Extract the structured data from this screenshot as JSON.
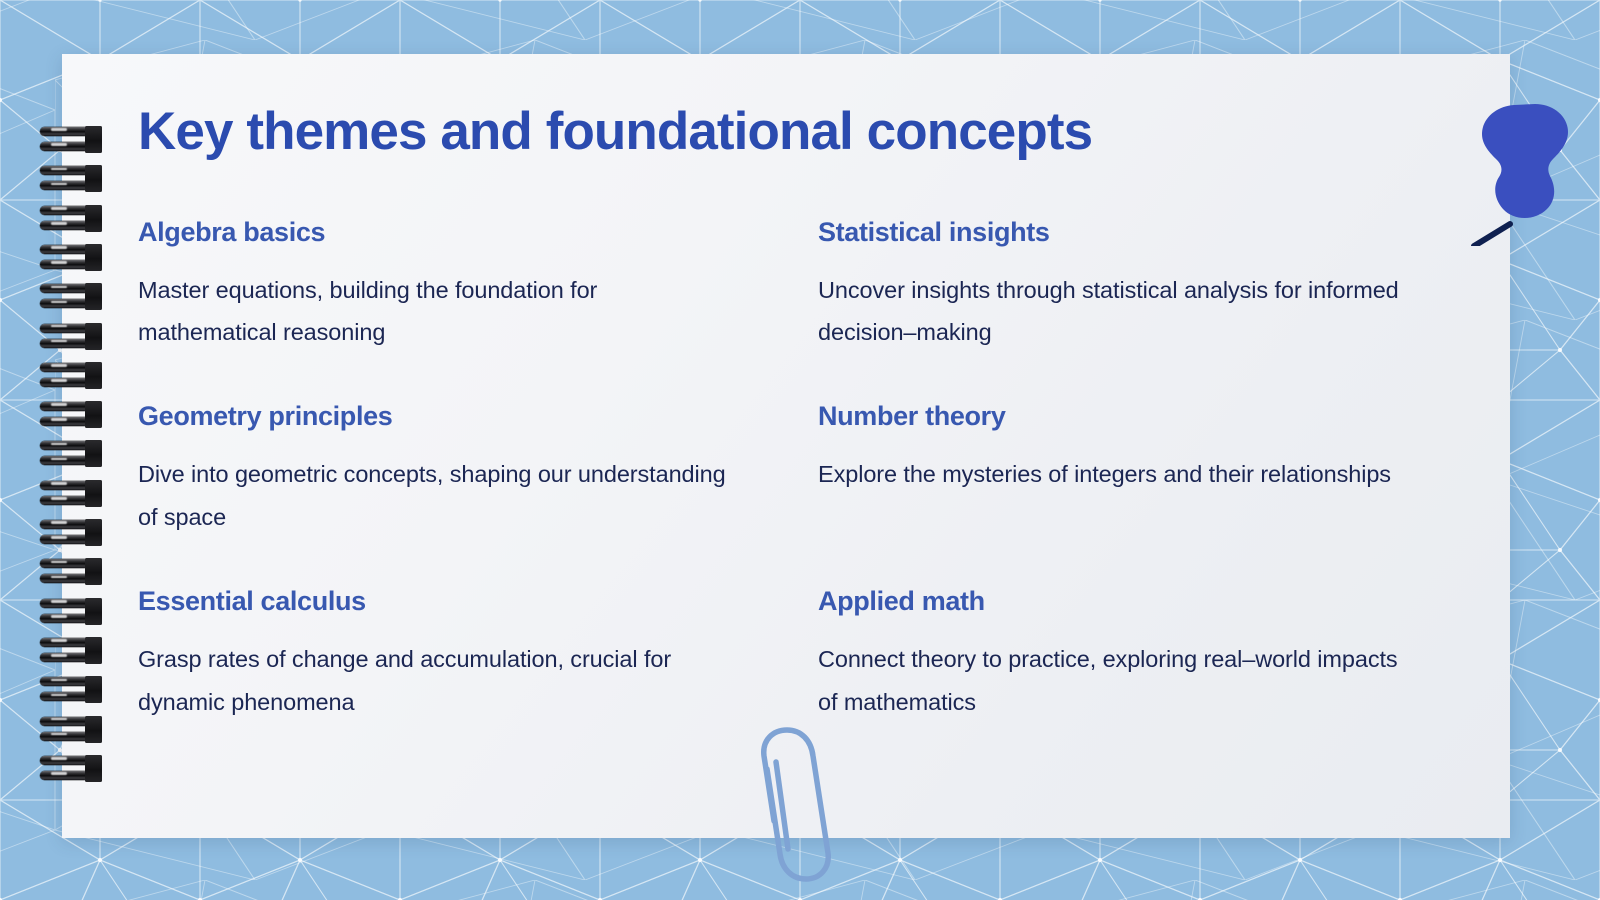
{
  "slide": {
    "title": "Key themes and foundational concepts",
    "background_color": "#8FBCE0",
    "mesh_line_color": "#FFFFFF",
    "card_color": "#F3F4F7",
    "title_color": "#2B4BAF",
    "heading_color": "#3858B0",
    "body_color": "#1B2653"
  },
  "topics": [
    {
      "heading": "Algebra basics",
      "body": "Master equations, building the foundation for mathematical reasoning"
    },
    {
      "heading": "Statistical insights",
      "body": "Uncover insights through statistical analysis for informed decision–making"
    },
    {
      "heading": "Geometry principles",
      "body": "Dive into geometric concepts, shaping our understanding of space"
    },
    {
      "heading": "Number theory",
      "body": "Explore the mysteries of integers and their relationships"
    },
    {
      "heading": "Essential calculus",
      "body": "Grasp rates of change and accumulation, crucial for dynamic phenomena"
    },
    {
      "heading": "Applied math",
      "body": "Connect theory to practice, exploring real–world impacts of mathematics"
    }
  ],
  "decorations": {
    "spiral_binding": {
      "icon": "spiral-binding-icon",
      "ring_count": 17
    },
    "pushpin": {
      "icon": "pushpin-icon",
      "head_color": "#3A4FBF",
      "needle_color": "#0F2050"
    },
    "paperclip": {
      "icon": "paperclip-icon",
      "color": "#7FA3D4"
    }
  }
}
